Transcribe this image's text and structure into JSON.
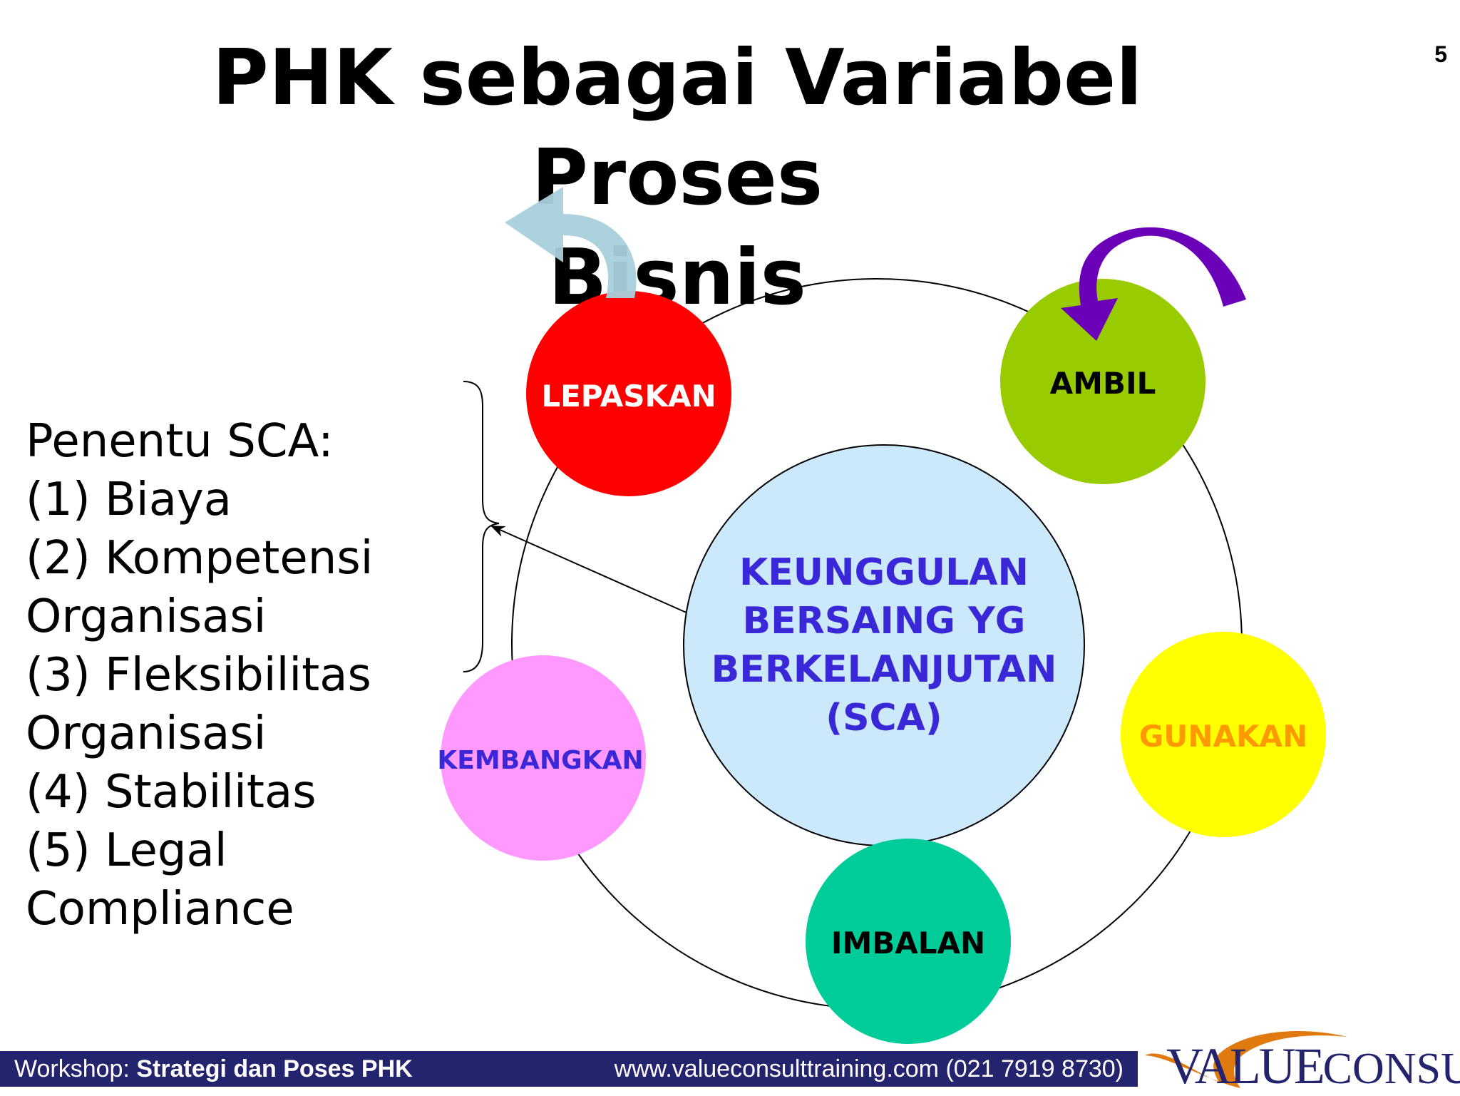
{
  "slide": {
    "title_line1": "PHK sebagai Variabel Proses",
    "title_line2": "Bisnis",
    "page_number": "5"
  },
  "sca_list": [
    "Penentu SCA:",
    "(1) Biaya",
    "(2) Kompetensi",
    "Organisasi",
    "(3) Fleksibilitas",
    "Organisasi",
    "(4) Stabilitas",
    "(5) Legal",
    "Compliance"
  ],
  "diagram": {
    "center": [
      "KEUNGGULAN",
      "BERSAING YG",
      "BERKELANJUTAN",
      "(SCA)"
    ],
    "nodes": {
      "lepaskan": "LEPASKAN",
      "ambil": "AMBIL",
      "gunakan": "GUNAKAN",
      "imbalan": "IMBALAN",
      "kembangkan": "KEMBANGKAN"
    },
    "colors": {
      "lepaskan": "#ff0000",
      "ambil": "#99cc00",
      "gunakan": "#ffff00",
      "imbalan": "#00cc99",
      "kembangkan": "#ff99ff",
      "center_fill": "#cce8fb",
      "center_text": "#3a28d8"
    }
  },
  "footer": {
    "workshop_label": "Workshop:",
    "workshop_title": "Strategi dan Poses PHK",
    "contact": "www.valueconsulttraining.com (021 7919 8730)"
  },
  "logo": {
    "part1": "VALUE",
    "part2": "CONSULT"
  }
}
